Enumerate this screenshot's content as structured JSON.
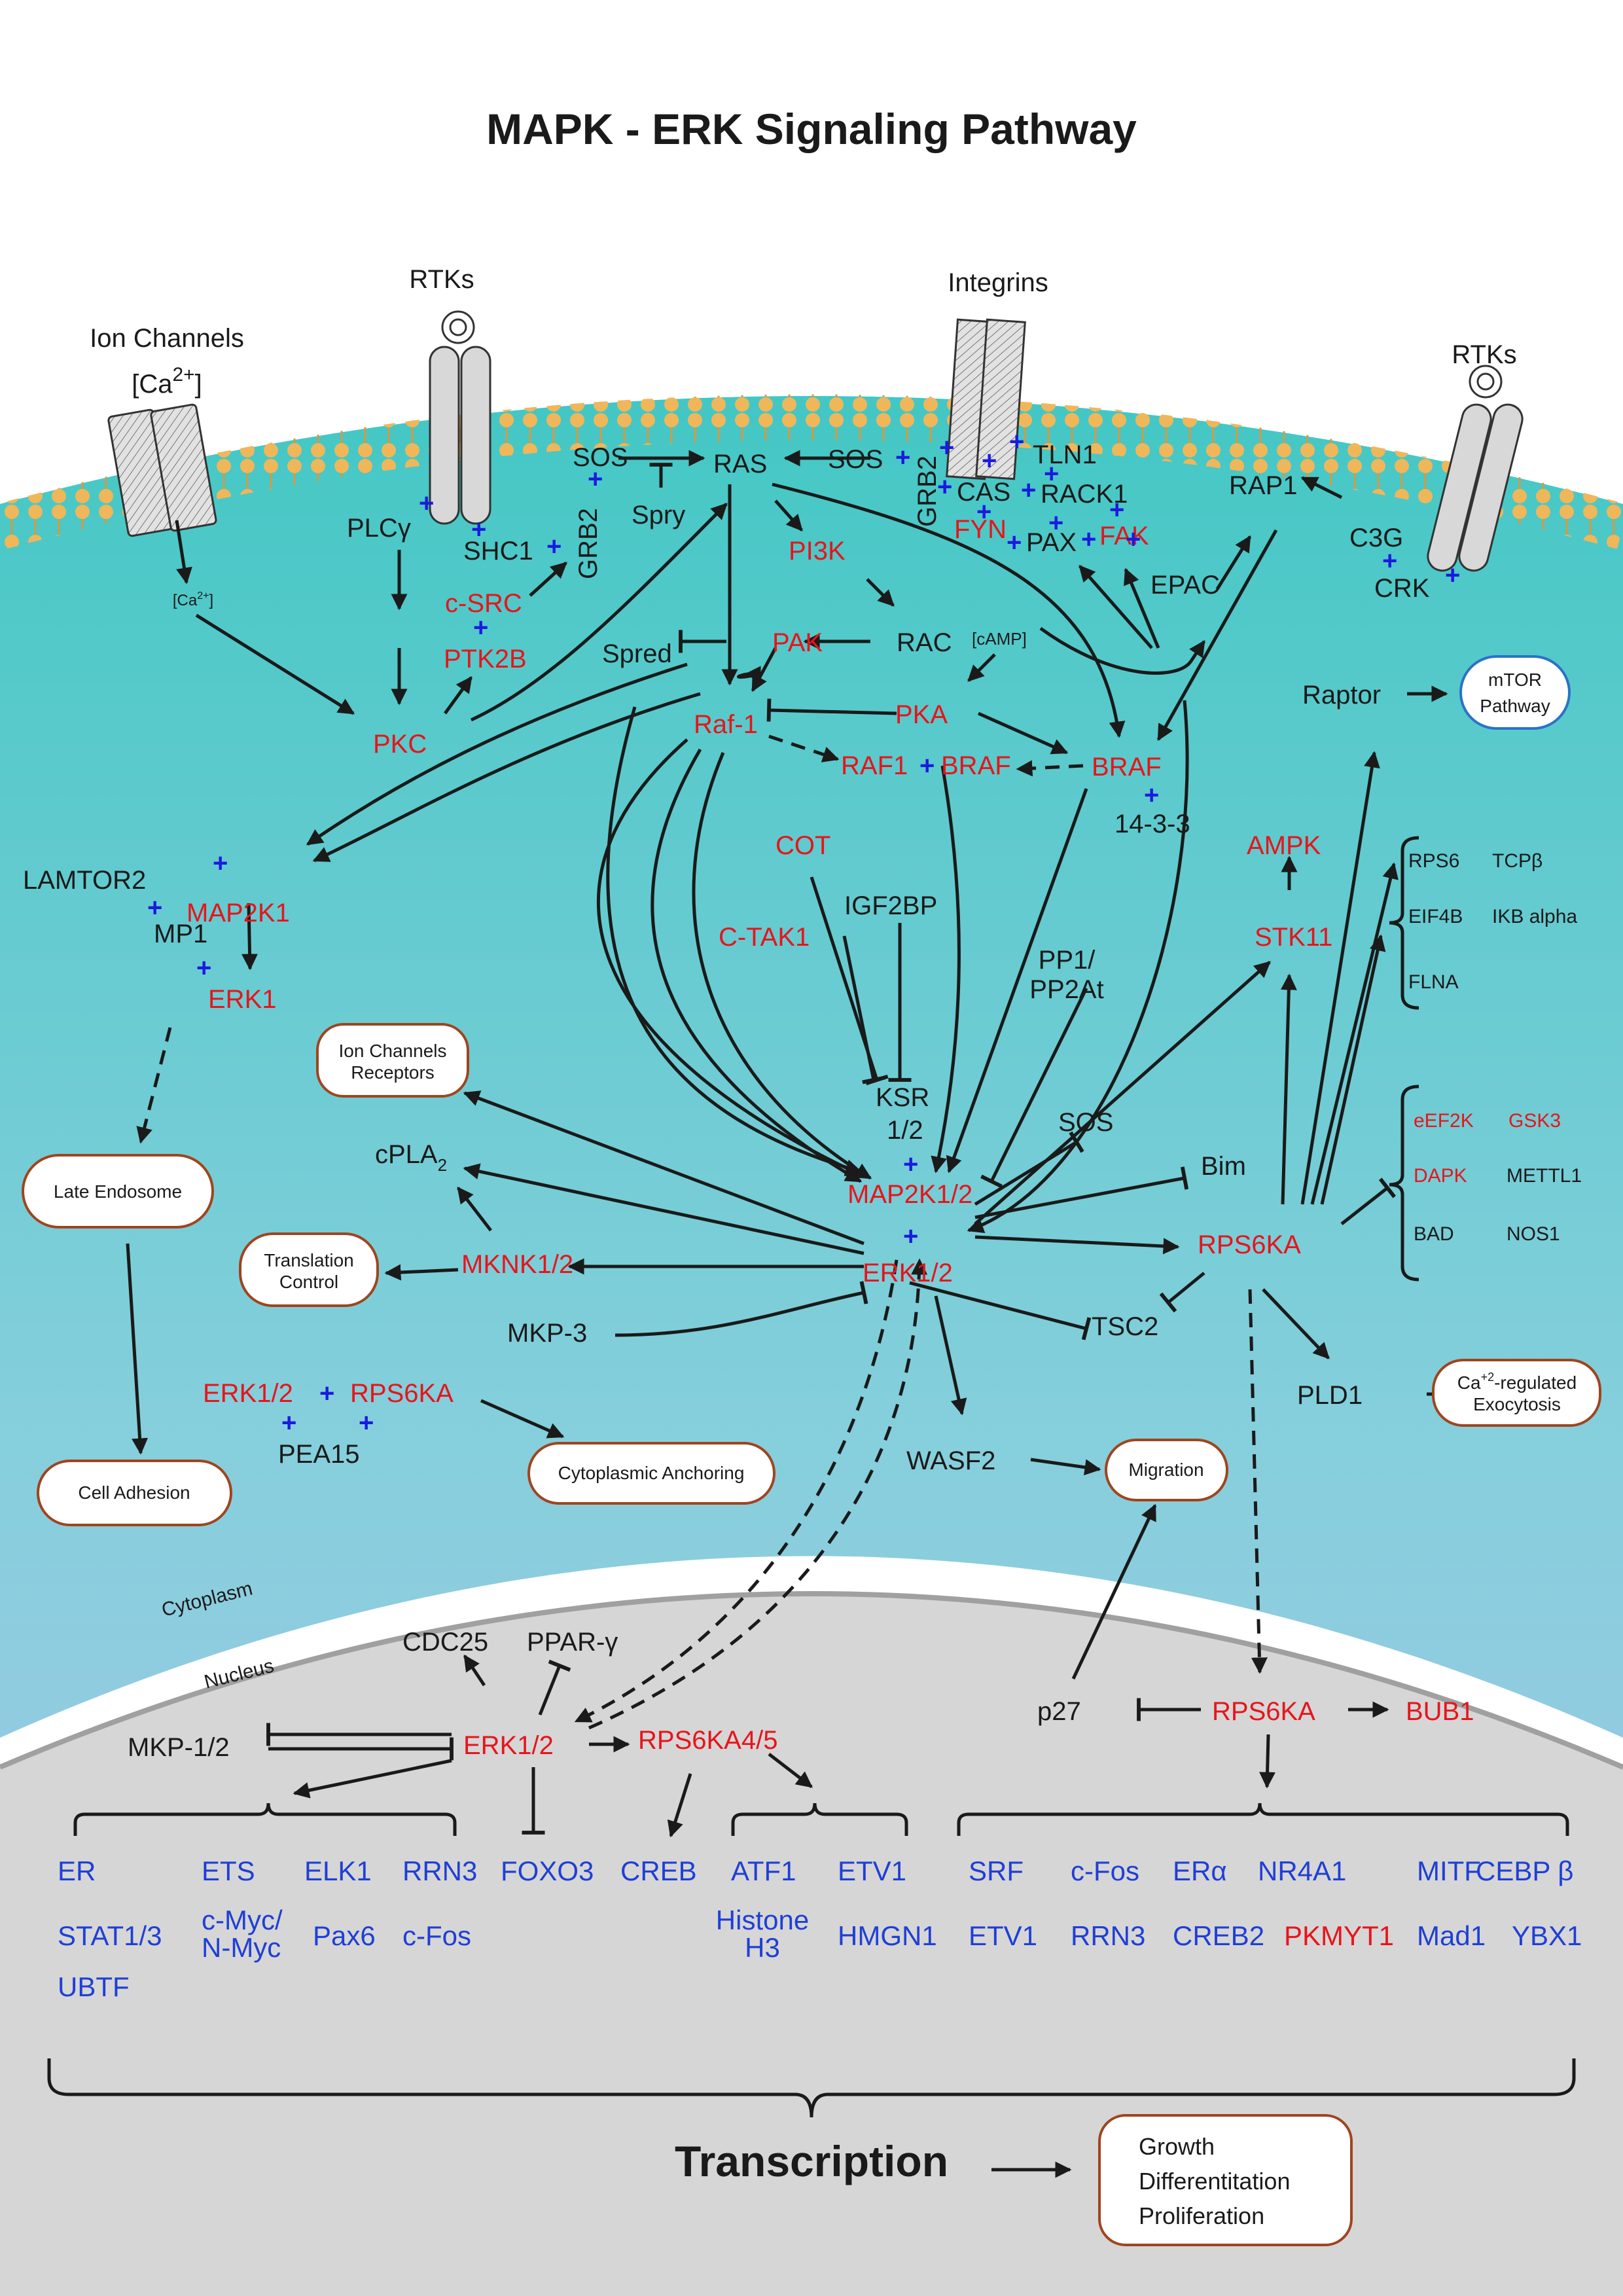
{
  "title": "MAPK - ERK Signaling Pathway",
  "colors": {
    "kinase": "#e8141b",
    "target": "#1f3fd6",
    "plus": "#1a1adf",
    "text": "#1a1a1a",
    "box_border": "#a0441e",
    "mtor_border": "#2a72c8",
    "membrane_lipid": "#f0b65a",
    "cytoplasm_top": "#43c7c4",
    "cytoplasm_bottom": "#9ec3ea",
    "nucleus": "#d6d6d6",
    "receptor_fill": "#d8d8d8"
  },
  "region_labels": {
    "cytoplasm": "Cytoplasm",
    "nucleus": "Nucleus"
  },
  "receptors": {
    "ion_channels": "Ion Channels",
    "ca_pre": "[Ca",
    "ca_sup": "2+",
    "ca_post": "]",
    "ca_small": "[Ca",
    "ca_small_sup": "2+",
    "ca_small_post": "]",
    "rtk_left": "RTKs",
    "integrins": "Integrins",
    "rtk_right": "RTKs"
  },
  "nodes": {
    "plcg": "PLCγ",
    "shc1": "SHC1",
    "grb2_left": "GRB2",
    "csrc": "c-SRC",
    "ptk2b": "PTK2B",
    "pkc": "PKC",
    "sos_left": "SOS",
    "spry": "Spry",
    "ras": "RAS",
    "sos_mid": "SOS",
    "grb2_mid": "GRB2",
    "tln1": "TLN1",
    "cas": "CAS",
    "rack1": "RACK1",
    "fyn": "FYN",
    "pax": "PAX",
    "fak": "FAK",
    "pi3k": "PI3K",
    "spred": "Spred",
    "pak": "PAK",
    "rac": "RAC",
    "camp": "[cAMP]",
    "pka": "PKA",
    "raf1": "Raf-1",
    "raf1b": "RAF1",
    "braf_mid": "BRAF",
    "braf_right": "BRAF",
    "p1433": "14-3-3",
    "rap1": "RAP1",
    "c3g": "C3G",
    "crk": "CRK",
    "epac": "EPAC",
    "raptor": "Raptor",
    "lamtor2": "LAMTOR2",
    "map2k1": "MAP2K1",
    "mp1": "MP1",
    "erk1": "ERK1",
    "cot": "COT",
    "igf2bp": "IGF2BP",
    "ctak1": "C-TAK1",
    "ksr": "KSR",
    "ksr_num": "1/2",
    "pp1": "PP1/",
    "pp2at": "PP2At",
    "map2k12": "MAP2K1/2",
    "sos_low": "SOS",
    "bim": "Bim",
    "erk12": "ERK1/2",
    "cpla": "cPLA",
    "cpla_sub": "2",
    "mknk12": "MKNK1/2",
    "mkp3": "MKP-3",
    "tsc2": "TSC2",
    "ampk": "AMPK",
    "stk11": "STK11",
    "rps6ka": "RPS6KA",
    "rps6": "RPS6",
    "tcpb": "TCPβ",
    "eif4b": "EIF4B",
    "ikb": "IKB alpha",
    "flna": "FLNA",
    "eef2k": "eEF2K",
    "gsk3": "GSK3",
    "dapk": "DAPK",
    "mettl1": "METTL1",
    "bad": "BAD",
    "nos1": "NOS1",
    "erk12_pea": "ERK1/2",
    "rps6ka_pea": "RPS6KA",
    "pea15": "PEA15",
    "wasf2": "WASF2",
    "pld1": "PLD1",
    "cdc25": "CDC25",
    "pparg": "PPAR-γ",
    "mkp12": "MKP-1/2",
    "erk12_nuc": "ERK1/2",
    "rps6ka45": "RPS6KA4/5",
    "p27": "p27",
    "rps6ka_nuc": "RPS6KA",
    "bub1": "BUB1"
  },
  "boxes": {
    "mtor_l1": "mTOR",
    "mtor_l2": "Pathway",
    "ion_l1": "Ion Channels",
    "ion_l2": "Receptors",
    "late_endosome": "Late Endosome",
    "trans_l1": "Translation",
    "trans_l2": "Control",
    "cell_adhesion": "Cell Adhesion",
    "cyto_anchoring": "Cytoplasmic Anchoring",
    "migration": "Migration",
    "exo_pre": "Ca",
    "exo_sup": "+2",
    "exo_post": "-regulated",
    "exo_l2": "Exocytosis",
    "growth": "Growth",
    "differentiation": "Differentitation",
    "proliferation": "Proliferation"
  },
  "targets": {
    "er": "ER",
    "ets": "ETS",
    "elk1": "ELK1",
    "rrn3_a": "RRN3",
    "foxo3": "FOXO3",
    "creb": "CREB",
    "atf1": "ATF1",
    "etv1_a": "ETV1",
    "stat13": "STAT1/3",
    "cmyc1": "c-Myc/",
    "cmyc2": "N-Myc",
    "pax6": "Pax6",
    "cfos_a": "c-Fos",
    "histone1": "Histone",
    "histone2": "H3",
    "hmgn1": "HMGN1",
    "ubtf": "UBTF",
    "srf": "SRF",
    "cfos_b": "c-Fos",
    "era": "ERα",
    "nr4a1": "NR4A1",
    "mitf": "MITF",
    "cebpb": "CEBP β",
    "etv1_b": "ETV1",
    "rrn3_b": "RRN3",
    "creb2": "CREB2",
    "pkmyt1": "PKMYT1",
    "mad1": "Mad1",
    "ybx1": "YBX1"
  },
  "transcription": "Transcription",
  "plus_sign": "+"
}
